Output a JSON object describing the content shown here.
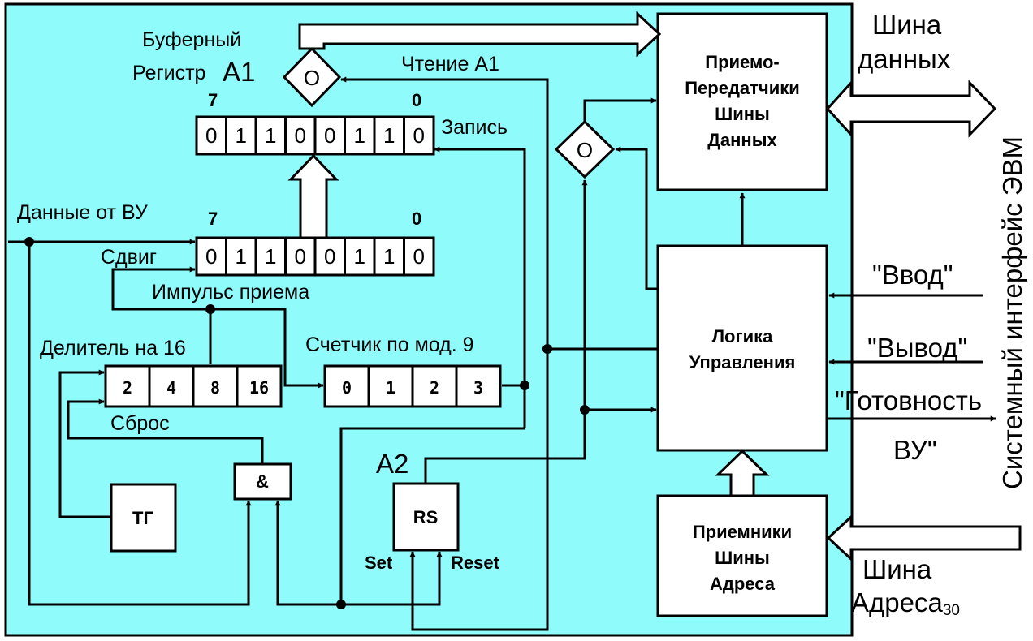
{
  "colors": {
    "background": "#90fbfb",
    "frame": "#000000",
    "block": "#ffffff"
  },
  "labels": {
    "buffer_register": "Буферный",
    "register_a1": "Регистр",
    "a1": "А1",
    "read_a1": "Чтение А1",
    "write": "Запись",
    "data_from_vu": "Данные от ВУ",
    "shift": "Сдвиг",
    "receive_pulse": "Импульс приема",
    "divider": "Делитель на 16",
    "counter": "Счетчик по мод. 9",
    "reset_lbl": "Сброс",
    "a2": "А2",
    "set": "Set",
    "reset": "Reset",
    "bit7_top": "7",
    "bit0_top": "0",
    "bit7_bottom": "7",
    "bit0_bottom": "0"
  },
  "registers": {
    "buffer_bits": [
      "0",
      "1",
      "1",
      "0",
      "0",
      "1",
      "1",
      "0"
    ],
    "shift_bits": [
      "0",
      "1",
      "1",
      "0",
      "0",
      "1",
      "1",
      "0"
    ]
  },
  "divider_cells": [
    "2",
    "4",
    "8",
    "16"
  ],
  "counter_cells": [
    "0",
    "1",
    "2",
    "3"
  ],
  "blocks": {
    "transceivers": [
      "Приемо-",
      "Передатчики",
      "Шины",
      "Данных"
    ],
    "control_logic": [
      "Логика",
      "Управления"
    ],
    "address_receivers": [
      "Приемники",
      "Шины",
      "Адреса"
    ],
    "tg": "ТГ",
    "and_gate": "&",
    "rs": "RS",
    "or_symbol": "О"
  },
  "external": {
    "data_bus": [
      "Шина",
      "данных"
    ],
    "input": "\"Ввод\"",
    "output": "\"Вывод\"",
    "ready": [
      "\"Готовность",
      "ВУ\""
    ],
    "address_bus": "Шина",
    "address_bus_2": "Адреса",
    "address_sub": "30",
    "system_interface": "Системный интерфейс ЭВМ"
  }
}
